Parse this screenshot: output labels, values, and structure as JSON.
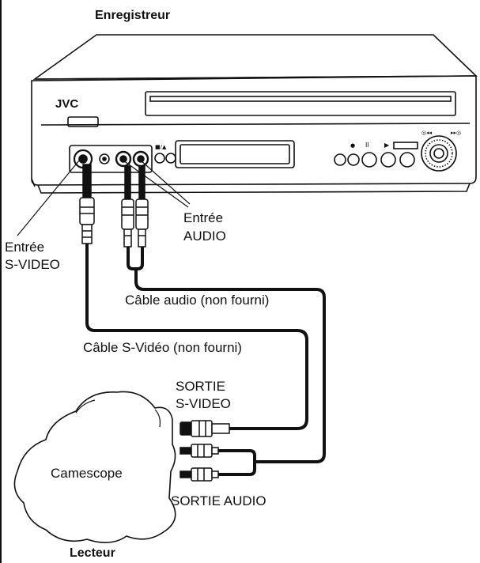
{
  "title_top": "Enregistreur",
  "title_bottom": "Lecteur",
  "brand": "JVC",
  "labels": {
    "svideo_in_line1": "Entrée",
    "svideo_in_line2": "S-VIDEO",
    "audio_in_line1": "Entrée",
    "audio_in_line2": "AUDIO",
    "audio_cable": "Câble audio (non fourni)",
    "svideo_cable": "Câble S-Vidéo (non fourni)",
    "svideo_out_line1": "SORTIE",
    "svideo_out_line2": "S-VIDEO",
    "audio_out": "SORTIE AUDIO",
    "camcorder": "Camescope"
  }
}
